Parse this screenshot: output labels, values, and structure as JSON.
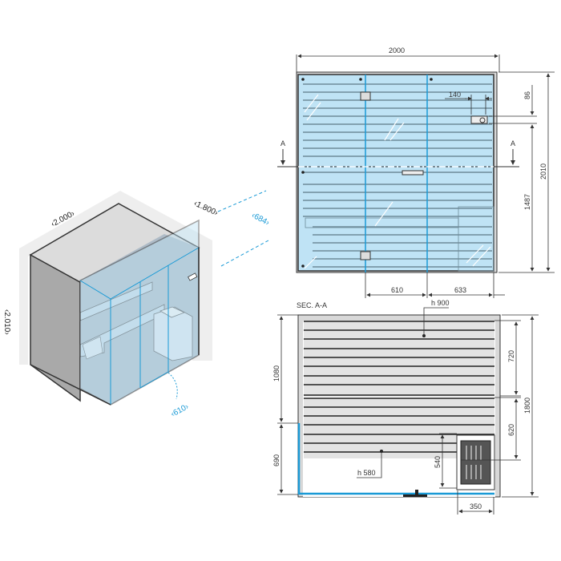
{
  "iso_view": {
    "width_label": "‹2.000›",
    "depth_label": "‹1.800›",
    "height_label": "‹2.010›",
    "bench_depth_label": "‹684›",
    "door_width_label": "‹610›"
  },
  "front_view": {
    "overall_width": "2000",
    "overall_height": "2010",
    "control_offset": "140",
    "control_top_height": "86",
    "control_lower_height": "1487",
    "door_left_segment": "610",
    "door_right_segment": "633",
    "section_marker_left": "A",
    "section_marker_right": "A"
  },
  "section_view": {
    "title": "SEC. A-A",
    "upper_bench_height": "h 900",
    "lower_bench_height": "h 580",
    "left_upper_dim": "1080",
    "left_lower_dim": "690",
    "right_upper_dim": "720",
    "right_lower_dim": "620",
    "overall_depth": "1800",
    "heater_height": "540",
    "heater_width": "350"
  },
  "colors": {
    "glass": "#bfe3f5",
    "accent_blue": "#1a9ad6",
    "frame": "#555555",
    "panel_grey": "#e0e0e0"
  }
}
